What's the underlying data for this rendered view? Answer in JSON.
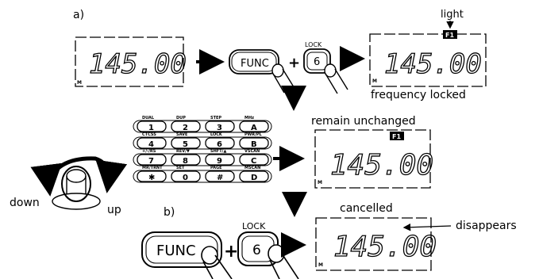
{
  "labels": {
    "part_a": "a)",
    "part_b": "b)",
    "light": "light",
    "frequency_locked": "frequency locked",
    "remain_unchanged": "remain unchanged",
    "cancelled": "cancelled",
    "disappears": "disappears",
    "down": "down",
    "up": "up"
  },
  "display": {
    "frequency": "145.00",
    "mode_indicator": "M",
    "lock_icon": "F1"
  },
  "buttons": {
    "func": "FUNC",
    "lock_label": "LOCK",
    "six": "6",
    "plus": "+"
  },
  "keypad": {
    "rows": [
      [
        {
          "top": "DUAL",
          "key": "1"
        },
        {
          "top": "DUP",
          "key": "2"
        },
        {
          "top": "STEP",
          "key": "3"
        },
        {
          "top": "MHz",
          "key": "A"
        }
      ],
      [
        {
          "top": "CTCSS",
          "key": "4"
        },
        {
          "top": "SAVE",
          "key": "5"
        },
        {
          "top": "LOCK",
          "key": "6"
        },
        {
          "top": "PWR/PL",
          "key": "B"
        }
      ],
      [
        {
          "top": "+/-/RS",
          "key": "7"
        },
        {
          "top": "REV/▼",
          "key": "8"
        },
        {
          "top": "SHFT/▲",
          "key": "9"
        },
        {
          "top": "VSCAN",
          "key": "C"
        }
      ],
      [
        {
          "top": "MR/TRNT",
          "key": "✱"
        },
        {
          "top": "SET",
          "key": "0"
        },
        {
          "top": "PAGE",
          "key": "#"
        },
        {
          "top": "MSCAN",
          "key": "D"
        }
      ]
    ]
  },
  "icons": [
    "arrow-right-icon",
    "arrow-down-icon",
    "finger-press-icon",
    "rotary-knob-icon",
    "curved-arrow-icon"
  ]
}
